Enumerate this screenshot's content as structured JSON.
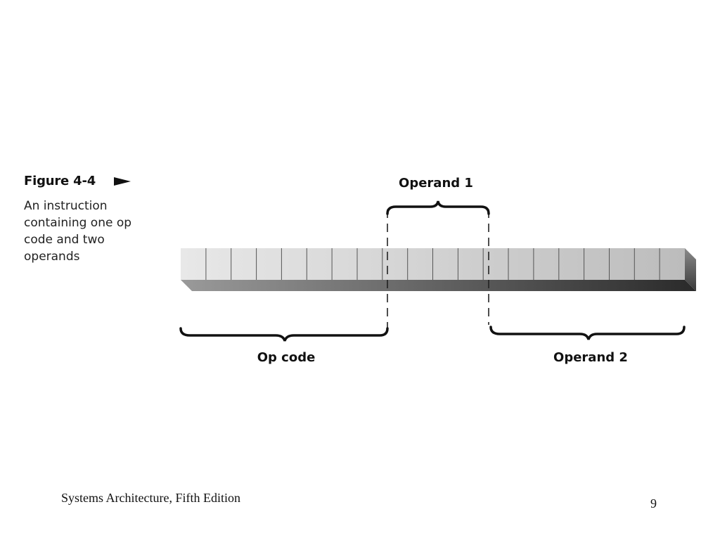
{
  "figure": {
    "label": "Figure 4-4",
    "caption": "An instruction containing one op code and two operands"
  },
  "diagram": {
    "cell_count": 20,
    "fields": [
      {
        "name": "op-code",
        "label": "Op code"
      },
      {
        "name": "operand-1",
        "label": "Operand 1"
      },
      {
        "name": "operand-2",
        "label": "Operand 2"
      }
    ],
    "colors": {
      "bar_front_light": "#e6e6e6",
      "bar_front_dark": "#bdbdbd",
      "bar_bottom_light": "#8a8a8a",
      "bar_bottom_dark": "#2e2e2e",
      "cell_divider": "#555555"
    }
  },
  "footer": {
    "title": "Systems Architecture, Fifth Edition",
    "page_number": "9"
  }
}
